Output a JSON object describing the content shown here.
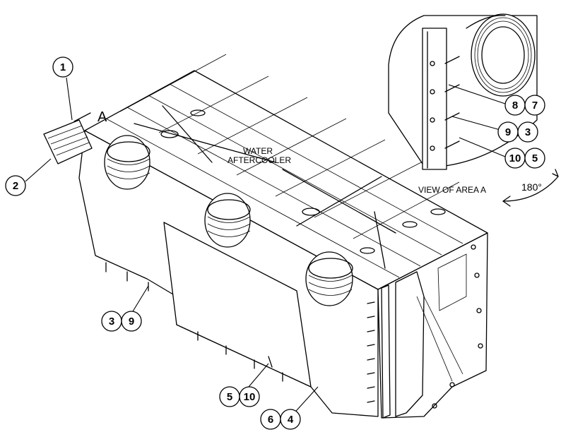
{
  "diagram": {
    "label_a": "A",
    "component_label_line1": "WATER",
    "component_label_line2": "AFTERCOOLER",
    "view_label": "VIEW OF AREA A",
    "rotation_label": "180°",
    "callouts": {
      "c1": "1",
      "c2": "2",
      "c3a": "3",
      "c9a": "9",
      "c5a": "5",
      "c10a": "10",
      "c6": "6",
      "c4": "4",
      "c8": "8",
      "c7": "7",
      "c9b": "9",
      "c3b": "3",
      "c10b": "10",
      "c5b": "5"
    }
  }
}
